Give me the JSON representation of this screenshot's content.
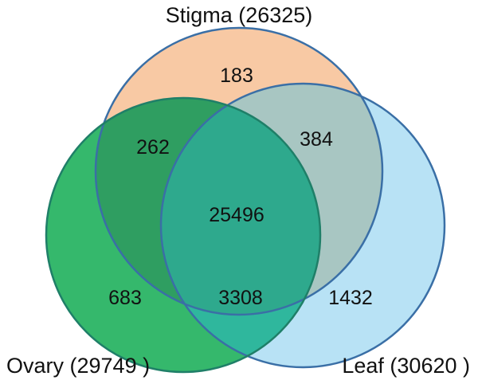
{
  "diagram": {
    "type": "venn3",
    "sets": [
      {
        "id": "stigma",
        "label": "Stigma (26325)",
        "fill": "#f8c9a4",
        "stroke": "#3a6fa6"
      },
      {
        "id": "ovary",
        "label": "Ovary (29749 )",
        "fill": "#35b86c",
        "stroke": "#1f7f68"
      },
      {
        "id": "leaf",
        "label": "Leaf (30620 )",
        "fill": "#b8e2f5",
        "stroke": "#3a6fa6"
      }
    ],
    "regions": {
      "stigma_only": "183",
      "ovary_only": "683",
      "leaf_only": "1432",
      "stigma_ovary": "262",
      "stigma_leaf": "384",
      "ovary_leaf": "3308",
      "all_three": "25496"
    },
    "region_colors": {
      "stigma_ovary": "#2f9e61",
      "stigma_leaf": "#a8c6c2",
      "ovary_leaf": "#2fb79d",
      "all_three": "#2ea98d"
    }
  }
}
